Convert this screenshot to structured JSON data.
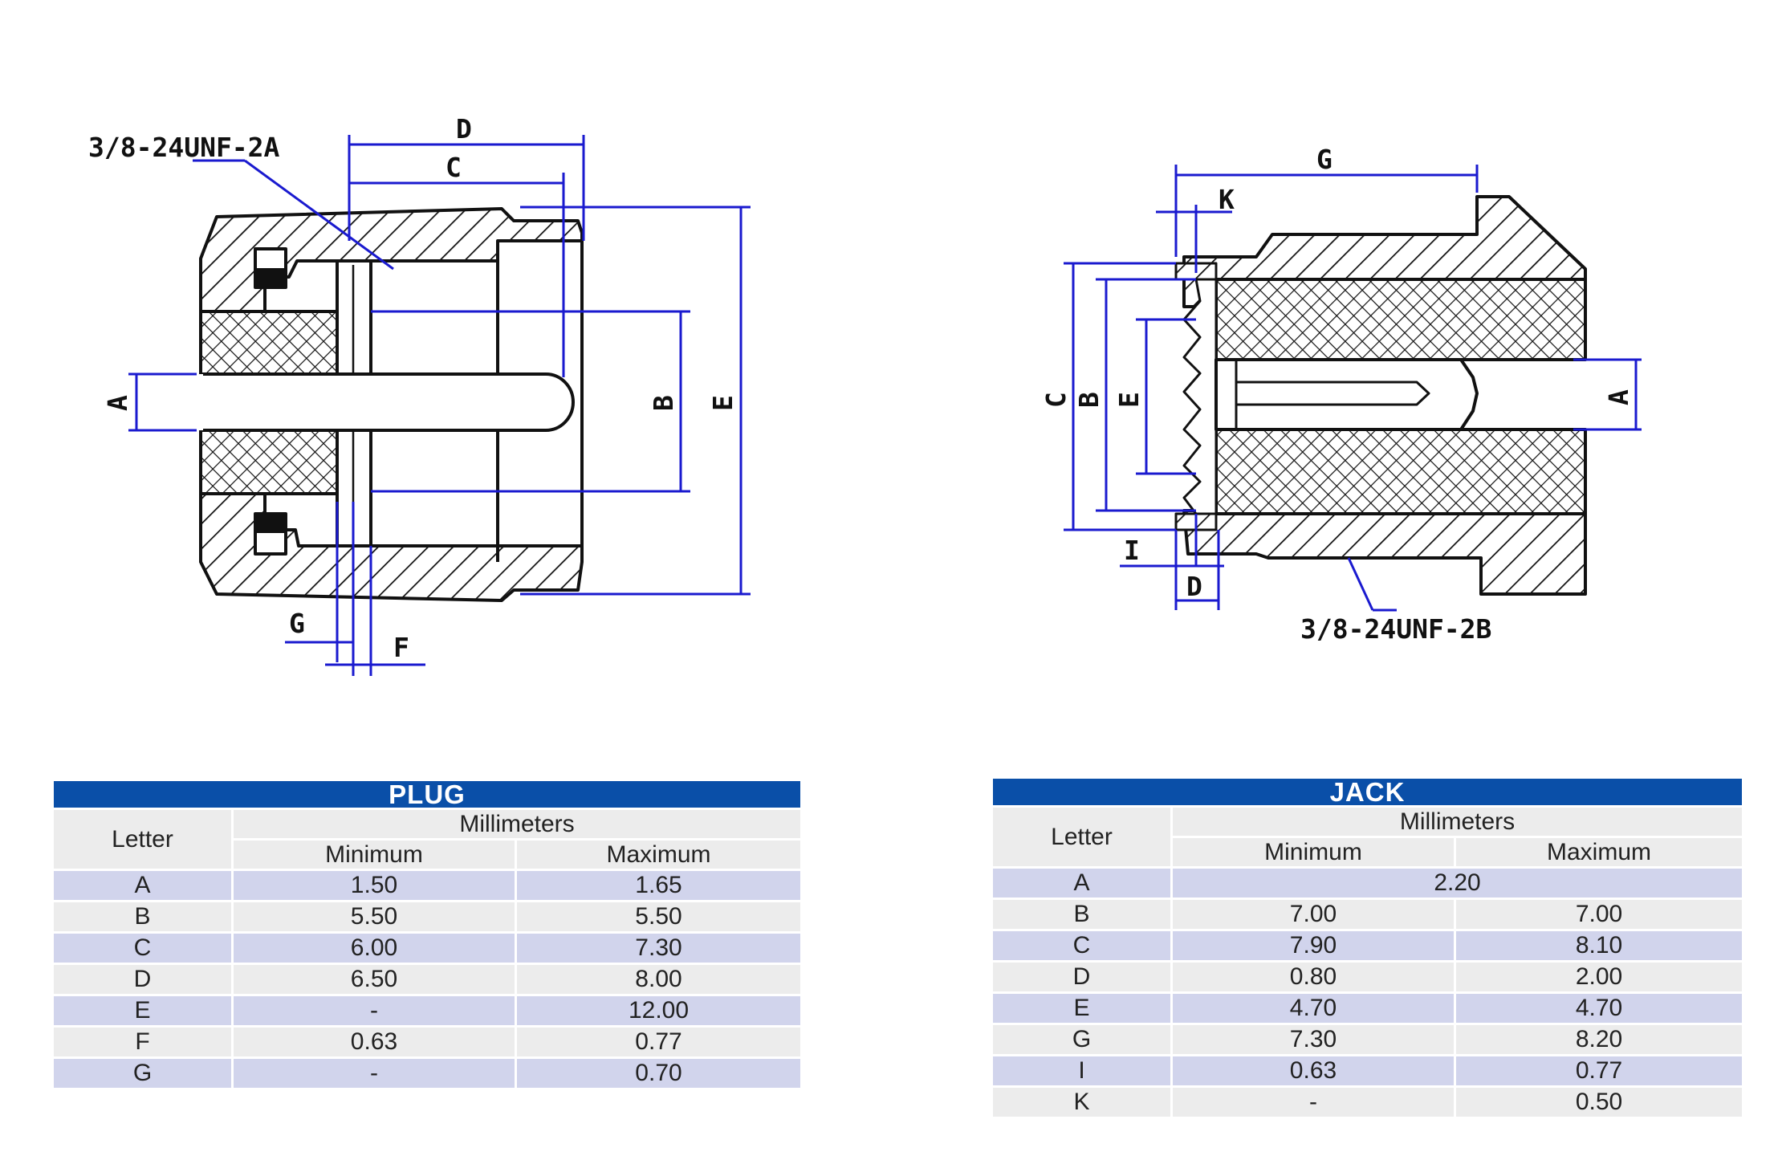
{
  "plug": {
    "thread_label": "3/8-24UNF-2A",
    "dims": {
      "A": "A",
      "B": "B",
      "C": "C",
      "D": "D",
      "E": "E",
      "F": "F",
      "G": "G"
    }
  },
  "jack": {
    "thread_label": "3/8-24UNF-2B",
    "dims": {
      "A": "A",
      "B": "B",
      "C": "C",
      "D": "D",
      "E": "E",
      "G": "G",
      "I": "I",
      "K": "K"
    }
  },
  "plug_table": {
    "title": "PLUG",
    "letter_header": "Letter",
    "unit_header": "Millimeters",
    "min_header": "Minimum",
    "max_header": "Maximum",
    "rows": [
      {
        "letter": "A",
        "min": "1.50",
        "max": "1.65"
      },
      {
        "letter": "B",
        "min": "5.50",
        "max": "5.50"
      },
      {
        "letter": "C",
        "min": "6.00",
        "max": "7.30"
      },
      {
        "letter": "D",
        "min": "6.50",
        "max": "8.00"
      },
      {
        "letter": "E",
        "min": "-",
        "max": "12.00"
      },
      {
        "letter": "F",
        "min": "0.63",
        "max": "0.77"
      },
      {
        "letter": "G",
        "min": "-",
        "max": "0.70"
      }
    ]
  },
  "jack_table": {
    "title": "JACK",
    "letter_header": "Letter",
    "unit_header": "Millimeters",
    "min_header": "Minimum",
    "max_header": "Maximum",
    "row_a": {
      "letter": "A",
      "value": "2.20"
    },
    "rows": [
      {
        "letter": "B",
        "min": "7.00",
        "max": "7.00"
      },
      {
        "letter": "C",
        "min": "7.90",
        "max": "8.10"
      },
      {
        "letter": "D",
        "min": "0.80",
        "max": "2.00"
      },
      {
        "letter": "E",
        "min": "4.70",
        "max": "4.70"
      },
      {
        "letter": "G",
        "min": "7.30",
        "max": "8.20"
      },
      {
        "letter": "I",
        "min": "0.63",
        "max": "0.77"
      },
      {
        "letter": "K",
        "min": "-",
        "max": "0.50"
      }
    ]
  },
  "colors": {
    "dimension_line": "#1a1acf",
    "table_title_bg": "#0a4fa8",
    "row_odd": "#d1d4ec",
    "row_even": "#ececec"
  }
}
